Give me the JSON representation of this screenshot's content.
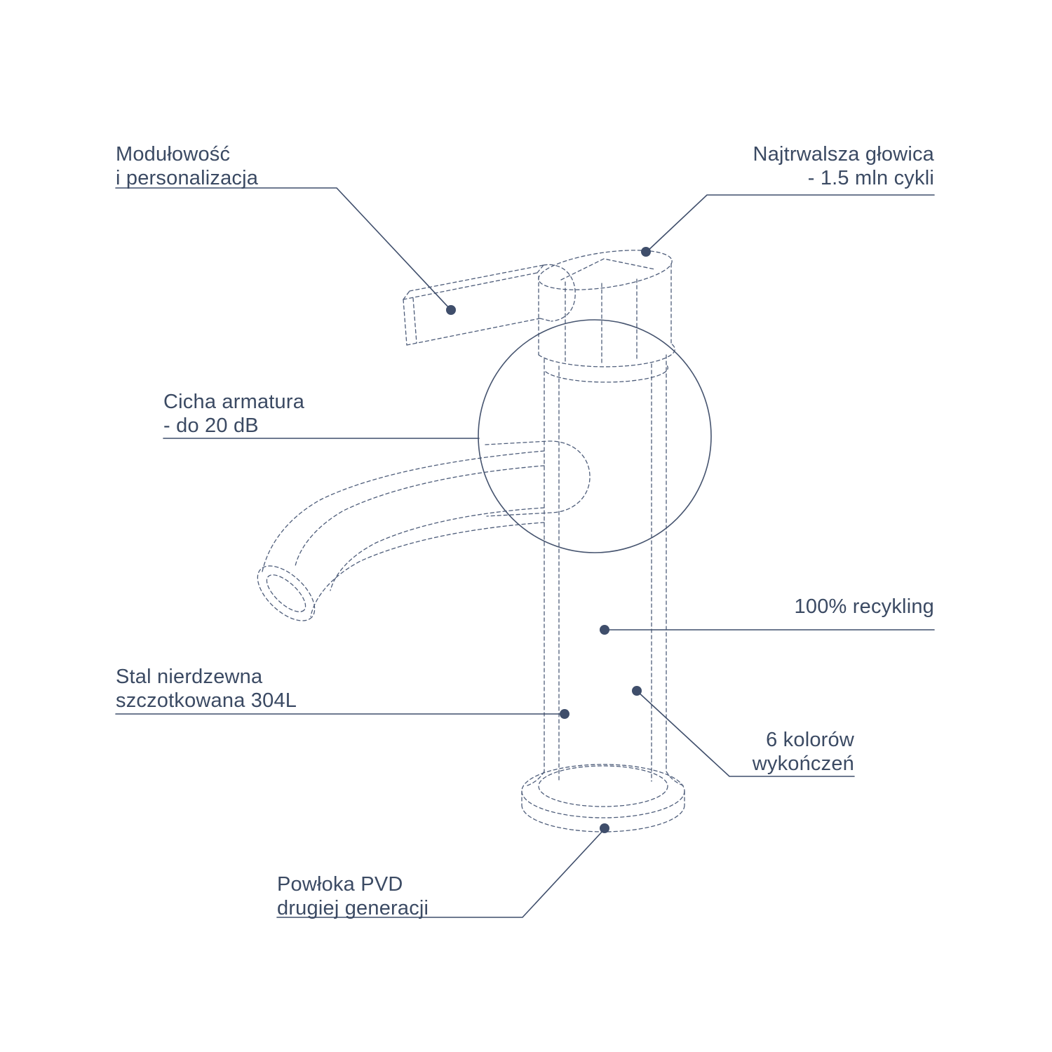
{
  "colors": {
    "background": "#ffffff",
    "text": "#3b4a63",
    "leader_line": "#3f4e6b",
    "drawing_line": "#4e5d7a",
    "anchor_dot": "#3f4e6b"
  },
  "labels": {
    "modularity": {
      "line1": "Modułowość",
      "line2": "i personalizacja"
    },
    "durable_head": {
      "line1": "Najtrwalsza głowica",
      "line2": "- 1.5 mln cykli"
    },
    "quiet": {
      "line1": "Cicha armatura",
      "line2": "- do 20 dB"
    },
    "recycling": {
      "line1": "100% recykling"
    },
    "steel": {
      "line1": "Stal nierdzewna",
      "line2": "szczotkowana 304L"
    },
    "finishes": {
      "line1": "6 kolorów",
      "line2": "wykończeń"
    },
    "pvd": {
      "line1": "Powłoka PVD",
      "line2": "drugiej generacji"
    }
  }
}
